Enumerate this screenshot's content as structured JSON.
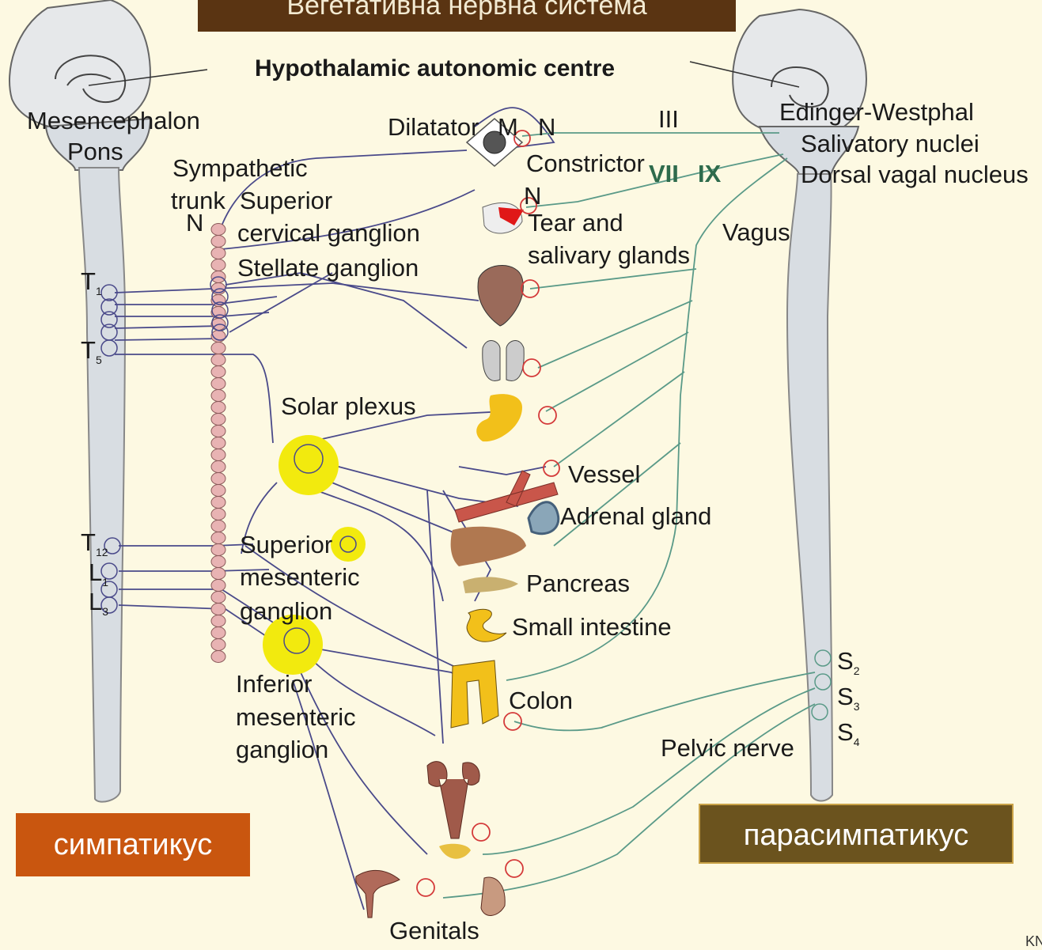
{
  "title": "Вегетативна нервна система",
  "badges": {
    "sympathetic": "симпатикус",
    "parasympathetic": "парасимпатикус"
  },
  "labels": {
    "hypothalamic": "Hypothalamic autonomic centre",
    "mesencephalon": "Mesencephalon",
    "pons": "Pons",
    "sympathetic_trunk_1": "Sympathetic",
    "sympathetic_trunk_2": "trunk",
    "n_trunk": "N",
    "superior_cervical_1": "Superior",
    "superior_cervical_2": "cervical ganglion",
    "stellate": "Stellate ganglion",
    "dilatator": "Dilatator",
    "m": "M",
    "n_eye": "N",
    "constrictor": "Constrictor",
    "n_gland": "N",
    "tear_1": "Tear and",
    "tear_2": "salivary glands",
    "edinger": "Edinger-Westphal",
    "salivatory": "Salivatory nuclei",
    "dorsal_vagal": "Dorsal vagal nucleus",
    "vagus": "Vagus",
    "solar_plexus": "Solar plexus",
    "vessel": "Vessel",
    "adrenal": "Adrenal gland",
    "pancreas": "Pancreas",
    "small_intestine": "Small intestine",
    "colon": "Colon",
    "superior_mes_1": "Superior",
    "superior_mes_2": "mesenteric",
    "superior_mes_3": "ganglion",
    "inferior_mes_1": "Inferior",
    "inferior_mes_2": "mesenteric",
    "inferior_mes_3": "ganglion",
    "pelvic_nerve": "Pelvic nerve",
    "genitals": "Genitals",
    "corner": "KN"
  },
  "cranial_nerves": {
    "iii": "III",
    "vii": "VII",
    "ix": "IX"
  },
  "segments": {
    "t1": {
      "letter": "T",
      "sub": "1"
    },
    "t5": {
      "letter": "T",
      "sub": "5"
    },
    "t12": {
      "letter": "T",
      "sub": "12"
    },
    "l1": {
      "letter": "L",
      "sub": "1"
    },
    "l3": {
      "letter": "L",
      "sub": "3"
    },
    "s2": {
      "letter": "S",
      "sub": "2"
    },
    "s3": {
      "letter": "S",
      "sub": "3"
    },
    "s4": {
      "letter": "S",
      "sub": "4"
    }
  },
  "colors": {
    "background": "#fdf9e2",
    "sympathetic_nerve": "#4a4a8a",
    "parasympathetic_nerve": "#5a9a88",
    "ganglion_red": "#d43a3a",
    "trunk_bead": "#e8b3b3",
    "plexus_yellow": "#f2ea0e",
    "spinal_cord": "#d8dde2"
  }
}
